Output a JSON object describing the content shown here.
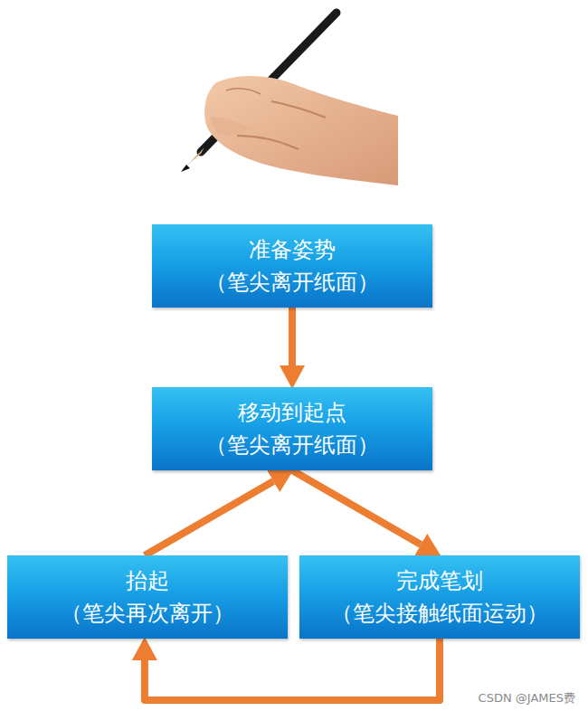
{
  "diagram": {
    "nodes": [
      {
        "text": [
          "准备姿势",
          "（笔尖离开纸面）"
        ]
      },
      {
        "text": [
          "移动到起点",
          "（笔尖离开纸面）"
        ]
      },
      {
        "text": [
          "抬起",
          "（笔尖再次离开）"
        ]
      },
      {
        "text": [
          "完成笔划",
          "（笔尖接触纸面运动）"
        ]
      }
    ],
    "edges": [
      {
        "from": 0,
        "to": 1,
        "arrow": "to"
      },
      {
        "from": 1,
        "to": 3,
        "arrow": "to"
      },
      {
        "from": 3,
        "to": 2,
        "arrow": "to"
      },
      {
        "from": 2,
        "to": 1,
        "arrow": "to"
      }
    ],
    "labels": [
      "CSDN @JAMES费"
    ]
  }
}
